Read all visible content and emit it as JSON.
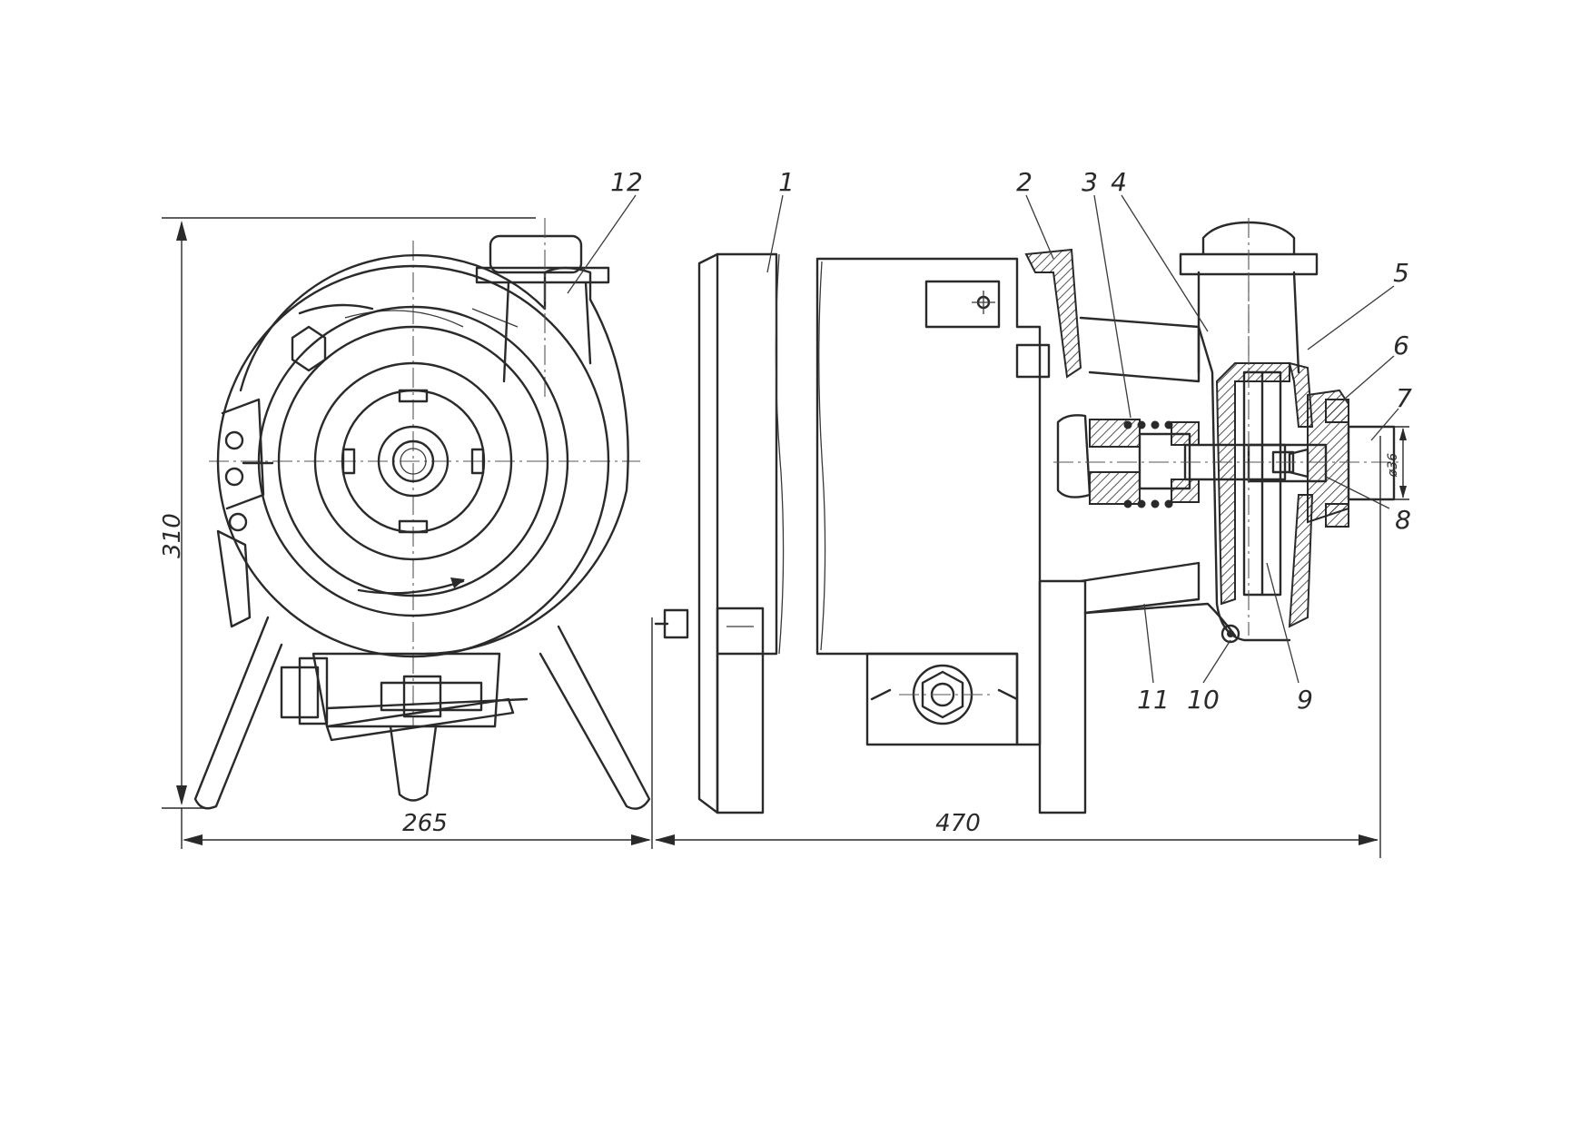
{
  "dimensions": {
    "height": "310",
    "front_width": "265",
    "total_length": "470",
    "bore_diameter": "ø36"
  },
  "callouts": [
    "1",
    "2",
    "3",
    "4",
    "5",
    "6",
    "7",
    "8",
    "9",
    "10",
    "11",
    "12"
  ]
}
